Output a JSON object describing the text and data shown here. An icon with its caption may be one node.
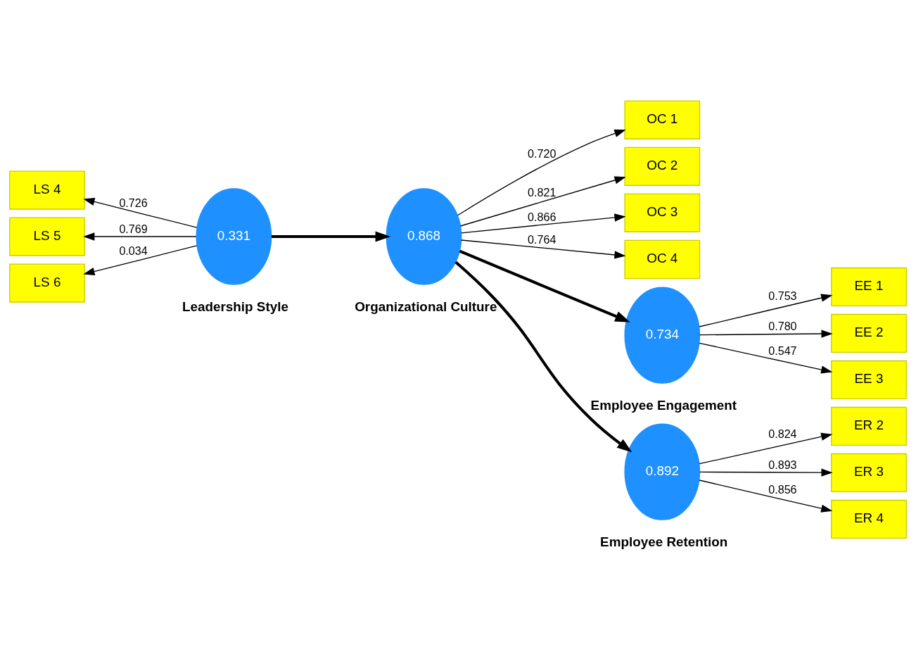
{
  "diagram": {
    "nodes": [
      {
        "text": [
          "LS 4"
        ]
      },
      {
        "text": [
          "LS 5"
        ]
      },
      {
        "text": [
          "LS 6"
        ]
      },
      {
        "text": [
          "0.331"
        ],
        "beside": [
          "Leadership Style"
        ]
      },
      {
        "text": [
          "OC 1"
        ]
      },
      {
        "text": [
          "OC 2"
        ]
      },
      {
        "text": [
          "OC 3"
        ]
      },
      {
        "text": [
          "OC 4"
        ]
      },
      {
        "text": [
          "0.868"
        ],
        "beside": [
          "Organizational Culture"
        ]
      },
      {
        "text": [
          "0.734"
        ],
        "beside": [
          "Employee Engagement"
        ]
      },
      {
        "text": [
          "EE 1"
        ]
      },
      {
        "text": [
          "EE 2"
        ]
      },
      {
        "text": [
          "EE 3"
        ]
      },
      {
        "text": [
          "0.892"
        ],
        "beside": [
          "Employee Retention"
        ]
      },
      {
        "text": [
          "ER 2"
        ]
      },
      {
        "text": [
          "ER 3"
        ]
      },
      {
        "text": [
          "ER 4"
        ]
      }
    ],
    "edges": [
      {
        "from": 3,
        "to": 0,
        "arrow": "to",
        "label": "0.726"
      },
      {
        "from": 3,
        "to": 1,
        "arrow": "to",
        "label": "0.769"
      },
      {
        "from": 3,
        "to": 2,
        "arrow": "to",
        "label": "0.034"
      },
      {
        "from": 8,
        "to": 4,
        "arrow": "to",
        "label": "0.720"
      },
      {
        "from": 8,
        "to": 5,
        "arrow": "to",
        "label": "0.821"
      },
      {
        "from": 8,
        "to": 6,
        "arrow": "to",
        "label": "0.866"
      },
      {
        "from": 8,
        "to": 7,
        "arrow": "to",
        "label": "0.764"
      },
      {
        "from": 9,
        "to": 10,
        "arrow": "to",
        "label": "0.753"
      },
      {
        "from": 9,
        "to": 11,
        "arrow": "to",
        "label": "0.780"
      },
      {
        "from": 9,
        "to": 12,
        "arrow": "to",
        "label": "0.547"
      },
      {
        "from": 13,
        "to": 14,
        "arrow": "to",
        "label": "0.824"
      },
      {
        "from": 13,
        "to": 15,
        "arrow": "to",
        "label": "0.893"
      },
      {
        "from": 13,
        "to": 16,
        "arrow": "to",
        "label": "0.856"
      },
      {
        "from": 3,
        "to": 8,
        "arrow": "to",
        "style": "thick"
      },
      {
        "from": 8,
        "to": 9,
        "arrow": "to",
        "style": "thick"
      },
      {
        "from": 8,
        "to": 13,
        "arrow": "to",
        "style": "thick"
      }
    ]
  }
}
